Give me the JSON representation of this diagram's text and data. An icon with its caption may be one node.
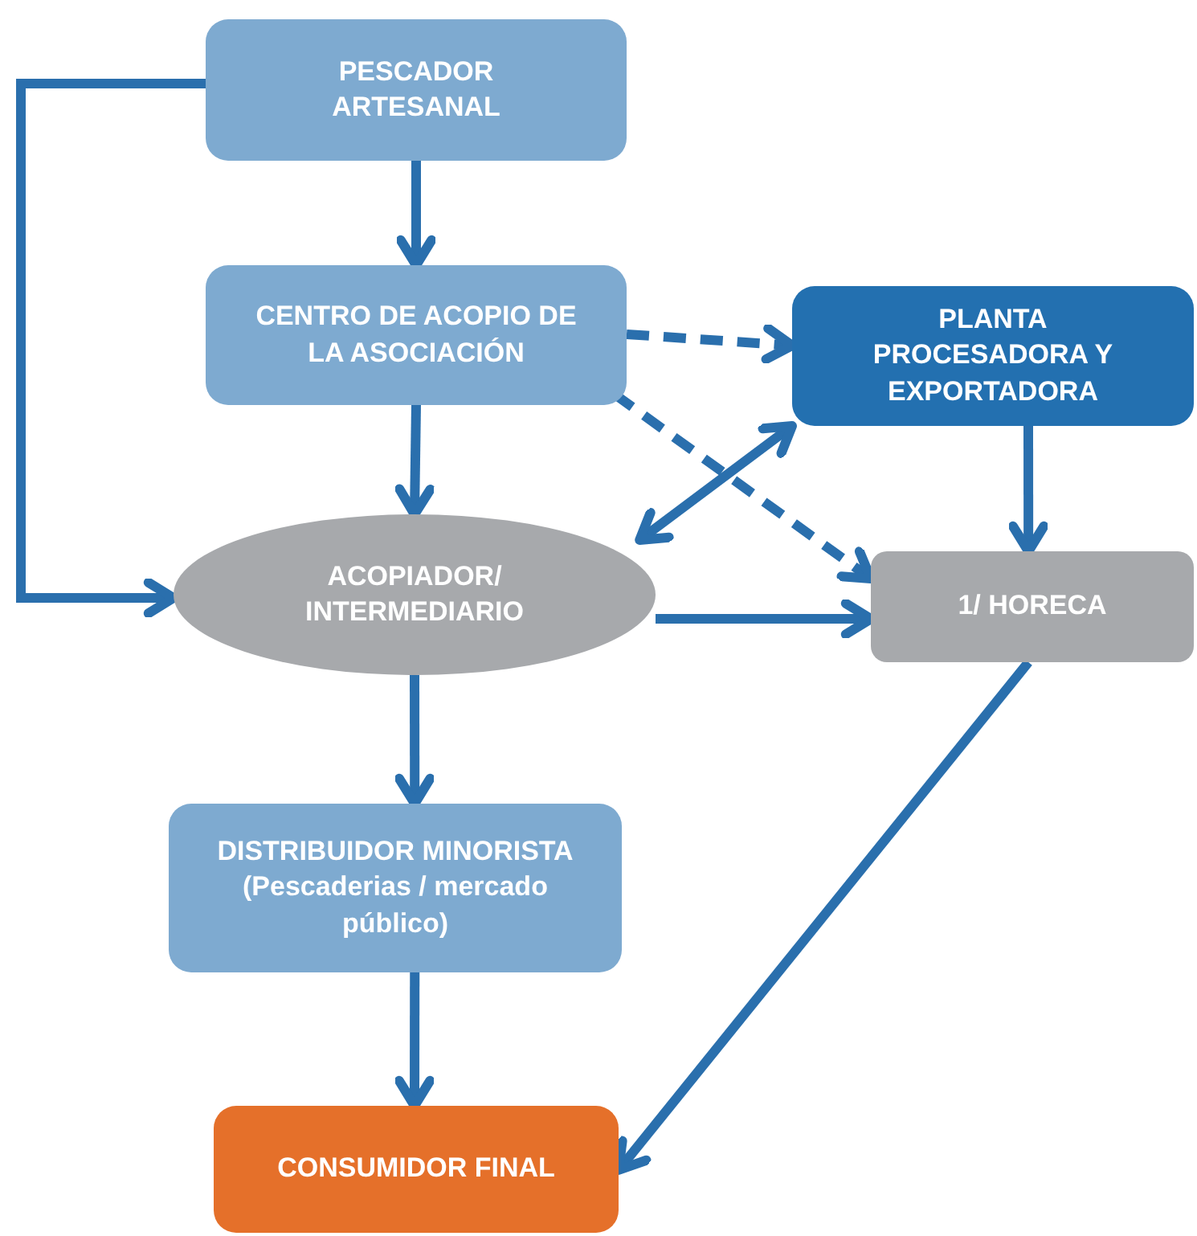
{
  "diagram": {
    "nodes": [
      {
        "text": [
          "PESCADOR ARTESANAL"
        ]
      },
      {
        "text": [
          "CENTRO DE ACOPIO DE LA ASOCIACIÓN"
        ]
      },
      {
        "text": [
          "PLANTA PROCESADORA Y EXPORTADORA"
        ]
      },
      {
        "text": [
          "ACOPIADOR/ INTERMEDIARIO"
        ]
      },
      {
        "text": [
          "1/ HORECA"
        ]
      },
      {
        "text": [
          "DISTRIBUIDOR MINORISTA (Pescaderias / mercado público)"
        ]
      },
      {
        "text": [
          "CONSUMIDOR FINAL"
        ]
      }
    ],
    "edges": [
      {
        "from": 0,
        "to": 1,
        "arrow": "to"
      },
      {
        "from": 1,
        "to": 3,
        "arrow": "to"
      },
      {
        "from": 1,
        "to": 2,
        "arrow": "to",
        "style": "dashed"
      },
      {
        "from": 1,
        "to": 4,
        "arrow": "to",
        "style": "dashed"
      },
      {
        "from": 3,
        "to": 2,
        "arrow": "both"
      },
      {
        "from": 0,
        "to": 3,
        "arrow": "to"
      },
      {
        "from": 2,
        "to": 4,
        "arrow": "to"
      },
      {
        "from": 3,
        "to": 4,
        "arrow": "to"
      },
      {
        "from": 3,
        "to": 5,
        "arrow": "to"
      },
      {
        "from": 5,
        "to": 6,
        "arrow": "to"
      },
      {
        "from": 4,
        "to": 6,
        "arrow": "to"
      }
    ]
  }
}
